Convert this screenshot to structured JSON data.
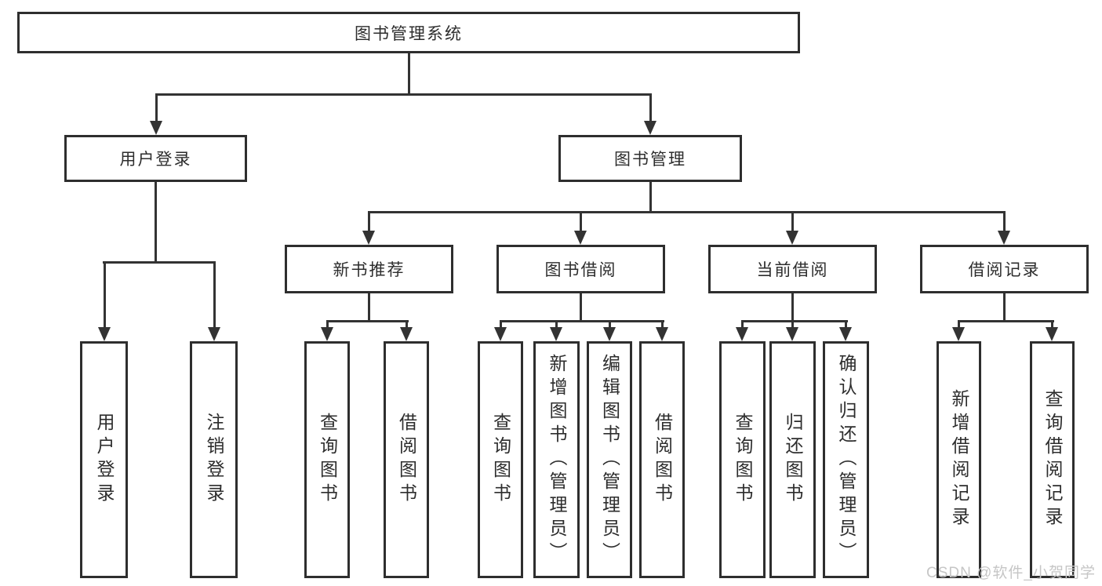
{
  "nodes": {
    "root": "图书管理系统",
    "login": "用户登录",
    "manage": "图书管理",
    "recommend": "新书推荐",
    "borrow": "图书借阅",
    "current": "当前借阅",
    "record": "借阅记录",
    "login_user": "用户登录",
    "login_logout": "注销登录",
    "rec_query": "查询图书",
    "rec_borrow": "借阅图书",
    "bor_query": "查询图书",
    "bor_add": "新增图书（管理员）",
    "bor_edit": "编辑图书（管理员）",
    "bor_borrow": "借阅图书",
    "cur_query": "查询图书",
    "cur_return": "归还图书",
    "cur_confirm": "确认归还（管理员）",
    "hist_add": "新增借阅记录",
    "hist_query": "查询借阅记录"
  },
  "watermark": "CSDN @软件_小贺同学",
  "colors": {
    "line": "#333333",
    "border": "#2e2e2e",
    "text": "#2d2d2d",
    "watermark": "#c6c6c6",
    "background": "#ffffff"
  }
}
